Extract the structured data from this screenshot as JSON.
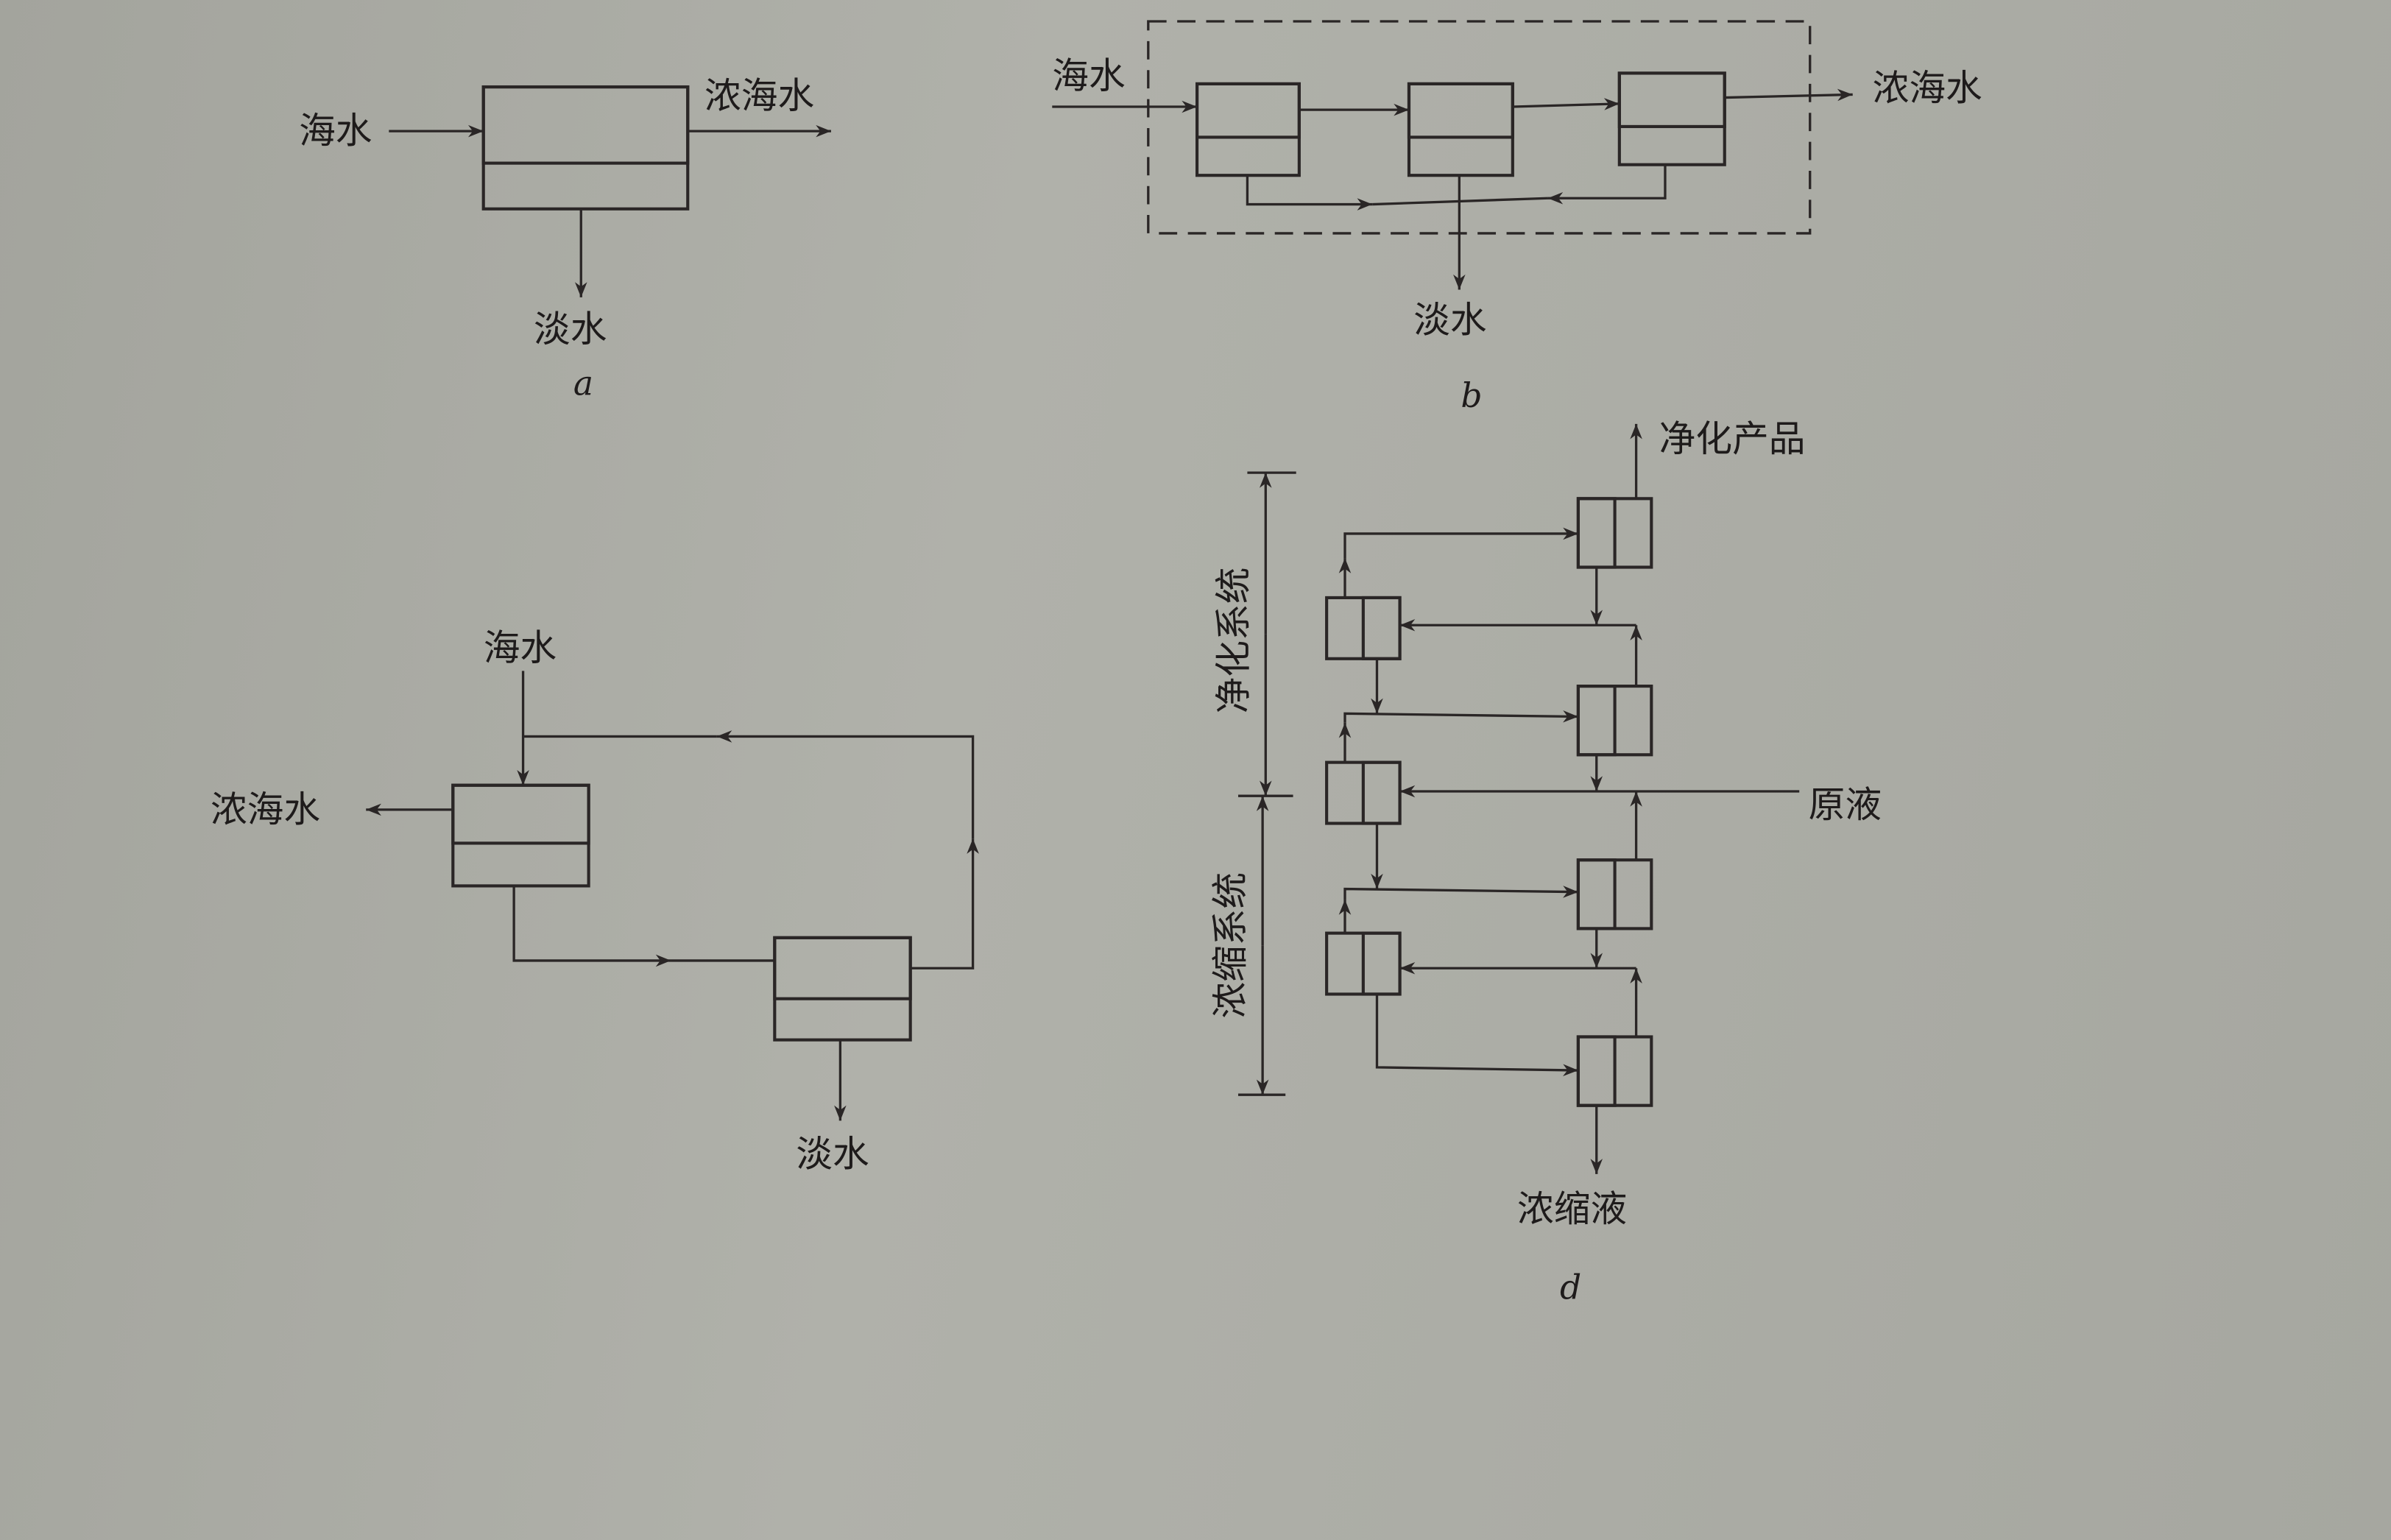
{
  "panel_a": {
    "label": "a",
    "seawater": "海水",
    "brine": "浓海水",
    "freshwater": "淡水"
  },
  "panel_b": {
    "label": "b",
    "seawater": "海水",
    "brine": "浓海水",
    "freshwater": "淡水"
  },
  "panel_c": {
    "seawater": "海水",
    "brine": "浓海水",
    "freshwater": "淡水"
  },
  "panel_d": {
    "label": "d",
    "product": "净化产品",
    "feed": "原液",
    "concentrate": "浓缩液",
    "purify_system": "净化系统",
    "concentrate_system": "浓缩系统"
  }
}
